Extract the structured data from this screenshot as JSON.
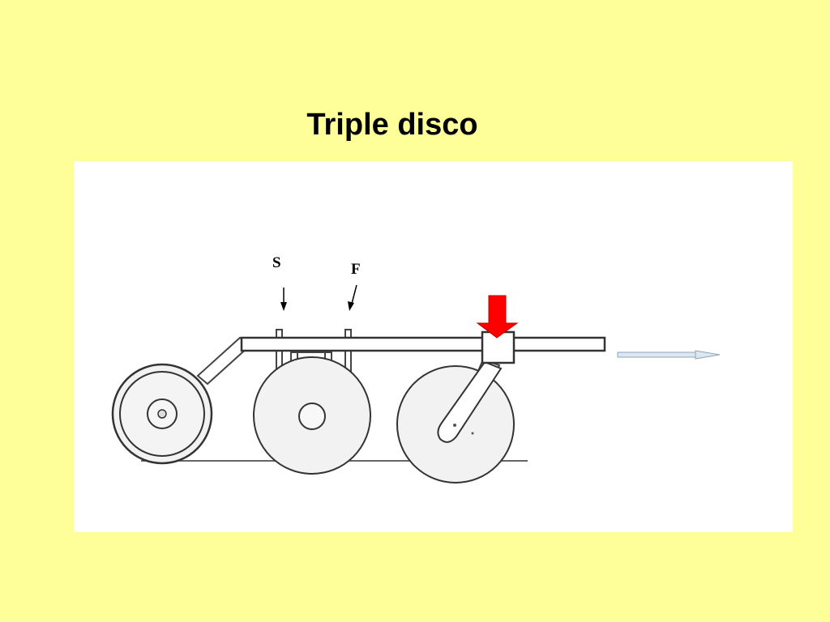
{
  "title": "Triple disco",
  "labels": {
    "s": "S",
    "f": "F"
  },
  "colors": {
    "background": "#ffff99",
    "panel": "#ffffff",
    "load_arrow": "#ff0000",
    "travel_arrow": "#dbe8f0",
    "outline": "#333333"
  },
  "icons": {
    "load": "down-arrow-icon",
    "direction": "right-arrow-icon"
  }
}
